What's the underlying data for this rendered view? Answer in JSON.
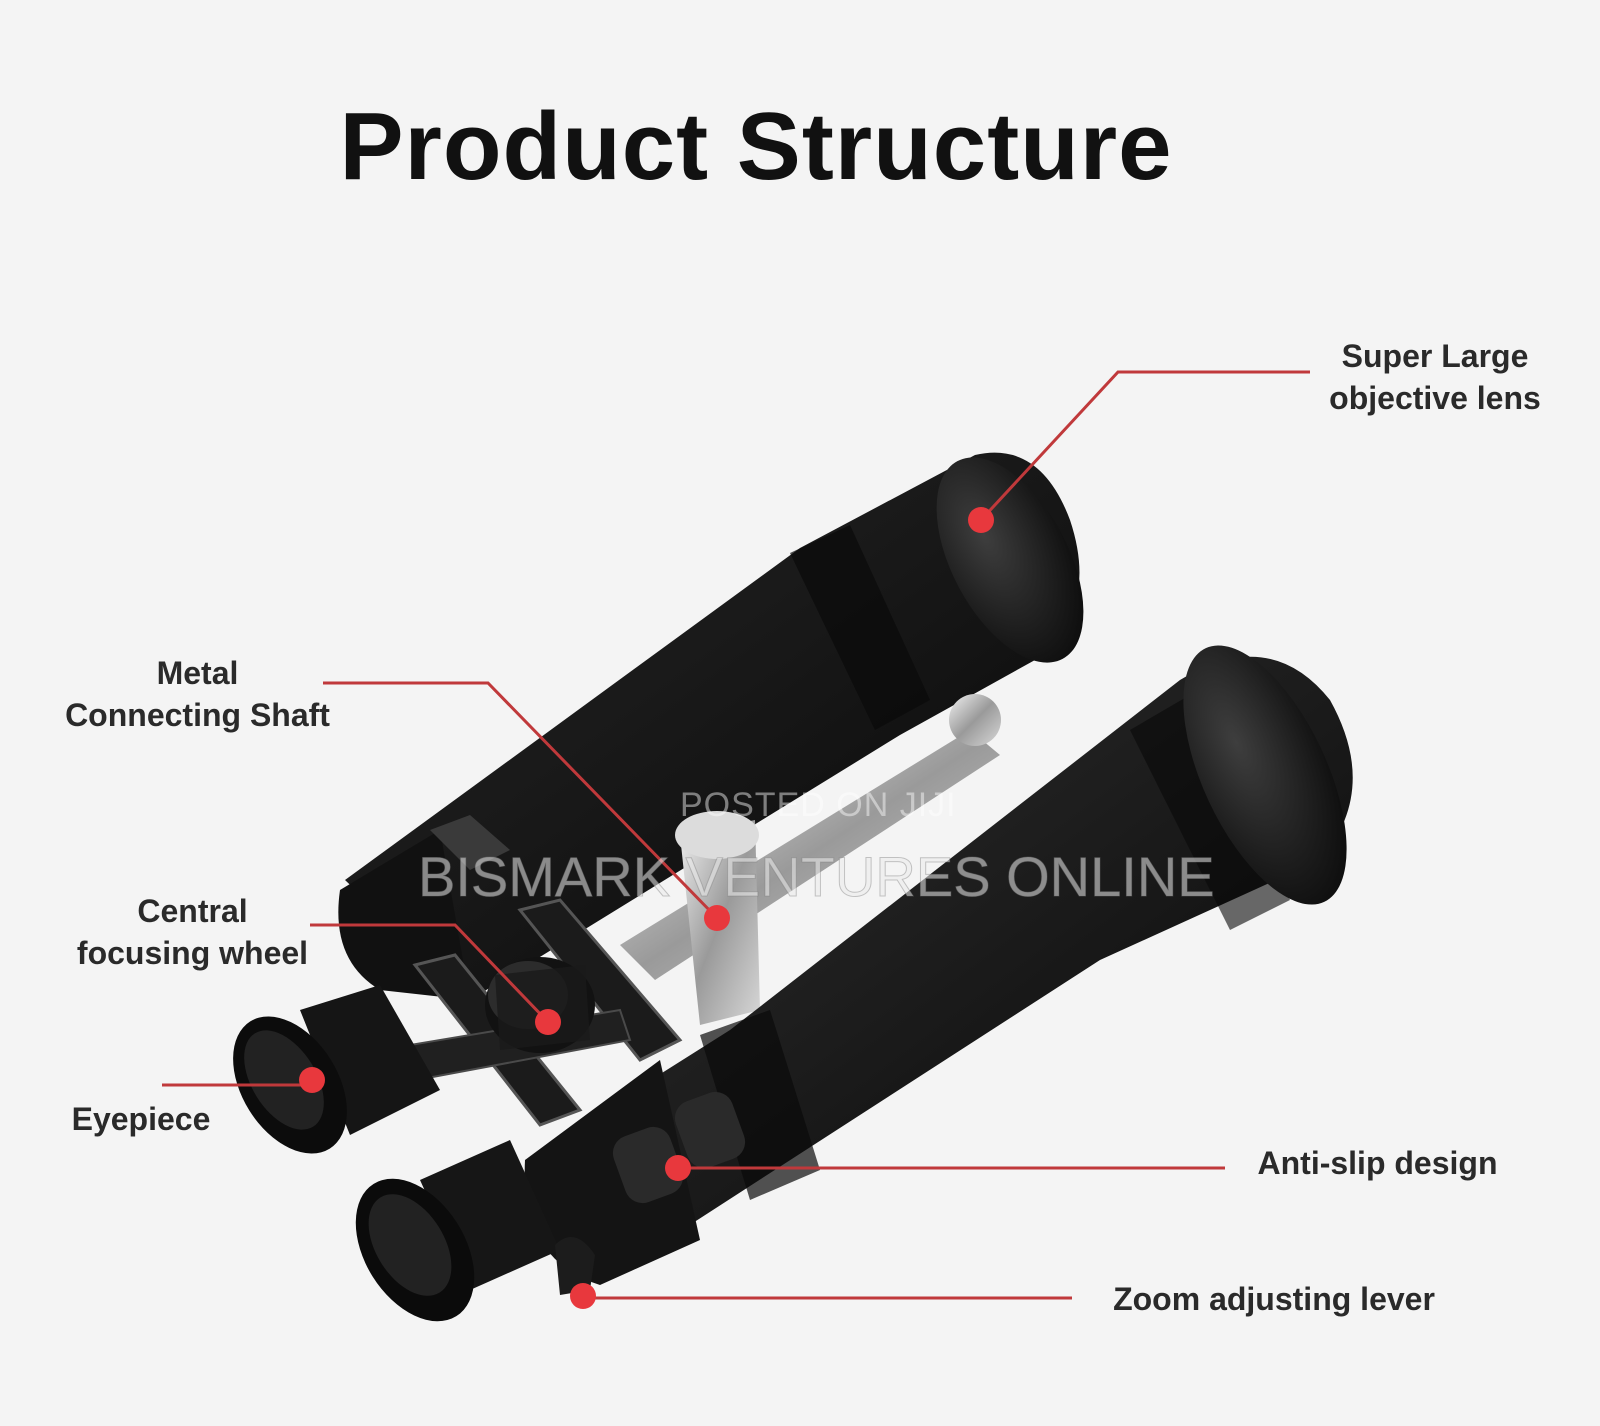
{
  "title": "Product Structure",
  "callouts": [
    {
      "id": "objective-lens",
      "lines": [
        "Super Large",
        "objective lens"
      ]
    },
    {
      "id": "connecting-shaft",
      "lines": [
        "Metal",
        "Connecting Shaft"
      ]
    },
    {
      "id": "focusing-wheel",
      "lines": [
        "Central",
        "focusing wheel"
      ]
    },
    {
      "id": "eyepiece",
      "lines": [
        "Eyepiece"
      ]
    },
    {
      "id": "anti-slip",
      "lines": [
        "Anti-slip design"
      ]
    },
    {
      "id": "zoom-lever",
      "lines": [
        "Zoom adjusting lever"
      ]
    }
  ],
  "watermarks": {
    "posted": "POSTED ON JIJI",
    "seller": "BISMARK VENTURES ONLINE"
  },
  "colors": {
    "background": "#f4f4f4",
    "callout_line": "#c0393b",
    "callout_dot": "#e8383d",
    "body": "#161616"
  }
}
